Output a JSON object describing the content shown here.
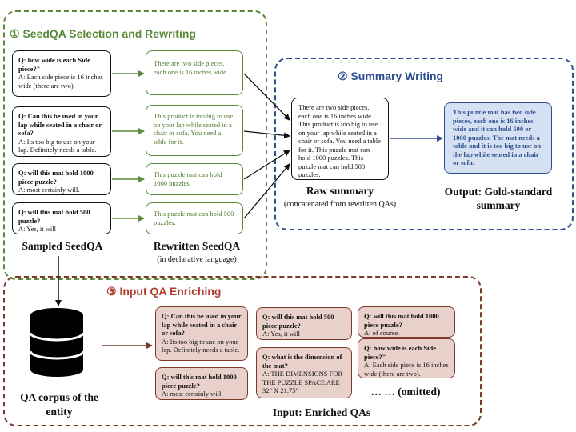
{
  "sections": {
    "s1_title": "① SeedQA Selection and Rewriting",
    "s2_title": "② Summary Writing",
    "s3_title": "③ Input QA Enriching"
  },
  "sampled_qas": [
    {
      "q": "Q: how wide is each Side piece?\"",
      "a": "A: Each side piece is 16 inches wide (there are two)."
    },
    {
      "q": "Q: Can this be used in your lap while seated in a chair or sofa?",
      "a": "A: Its too big to use on your lap. Definitely needs a table."
    },
    {
      "q": "Q: will this mat hold 1000 piece puzzle?",
      "a": "A: most certainly will."
    },
    {
      "q": "Q: will this mat hold 500 puzzle?",
      "a": "A: Yes, it will"
    }
  ],
  "rewritten": [
    "There are two side pieces, each one is 16 inches wide.",
    "This product is too big to use on your lap while seated in a chair or sofa. You need a table for it.",
    "This puzzle mat can hold 1000 puzzles.",
    "This puzzle mat can hold 500 puzzles."
  ],
  "labels": {
    "sampled": "Sampled SeedQA",
    "rewritten": "Rewritten SeedQA",
    "rewritten_sub": "(in declarative language)",
    "raw": "Raw summary",
    "raw_sub": "(concatenated from rewritten QAs)",
    "output": "Output: Gold-standard summary",
    "corpus": "QA corpus of the entity",
    "enriched": "Input: Enriched QAs",
    "omitted": "… … (omitted)"
  },
  "raw_summary": "There are two side pieces, each one is 16 inches wide. This product is too big to use on your lap while seated in a chair or sofa. You need a table for it. This puzzle mat can hold 1000 puzzles. This puzzle mat can hold 500 puzzles.",
  "gold_summary": "This puzzle mat has two side pieces, each one is 16 inches wide and it can hold 500 or 1000 puzzles. The mat needs a table and it is too big to use on the lap while seated in a chair or sofa.",
  "enriched_qas": [
    {
      "q": "Q: Can this be used in your lap while seated in a chair or sofa?",
      "a": "A: Its too big to use on your lap. Definitely needs a table."
    },
    {
      "q": "Q: will this mat hold 1000 piece puzzle?",
      "a": "A: most certainly will."
    },
    {
      "q": "Q: will this mat hold 500 piece puzzle?",
      "a": "A: Yes, it will"
    },
    {
      "q": "Q: what is the dimension of the mat?",
      "a": "A: THE DIMENSIONS FOR THE PUZZLE SPACE ARE 32\" X 21.75\""
    },
    {
      "q": "Q: will this mat hold 1000 piece puzzle?",
      "a": "A: of course."
    },
    {
      "q": "Q: how wide is each Side piece?\"",
      "a": "A: Each side piece is 16 inches wide (there are two)."
    }
  ],
  "colors": {
    "green": "#5a8a3a",
    "blue": "#2e4d8f",
    "red": "#b03a2e",
    "gold_fill": "#d5e1f2",
    "enriched_fill": "#e9d1cb"
  }
}
